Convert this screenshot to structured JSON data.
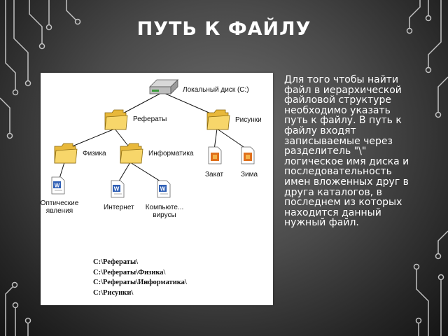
{
  "title": "ПУТЬ К ФАЙЛУ",
  "description": "Для того чтобы найти файл в иерархической файловой структуре необходимо указать путь к файлу. В путь к файлу входят записываемые через разделитель \"\\\" логическое имя диска и последовательность имен вложенных друг в друга каталогов, в последнем из которых находится данный нужный файл.",
  "tree": {
    "root": "Локальный диск (C:)",
    "referaty": "Рефераты",
    "risunki": "Рисунки",
    "fizika": "Физика",
    "informatika": "Информатика",
    "zakat": "Закат",
    "zima": "Зима",
    "opticheskie": [
      "Оптические",
      "явления"
    ],
    "internet": "Интернет",
    "kompyuter": [
      "Компьюте...",
      "вирусы"
    ]
  },
  "paths": [
    "C:\\Рефераты\\",
    "C:\\Рефераты\\Физика\\",
    "C:\\Рефераты\\Информатика\\",
    "C:\\Рисунки\\"
  ]
}
